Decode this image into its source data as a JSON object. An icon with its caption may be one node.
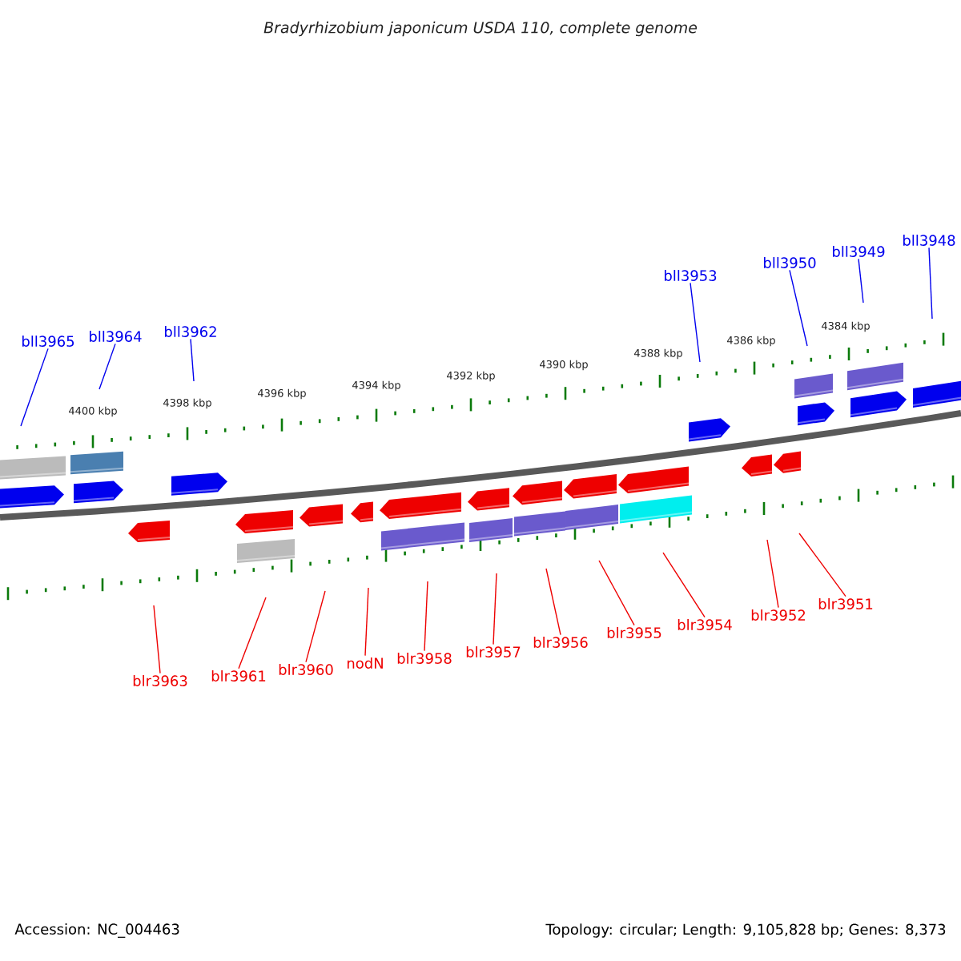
{
  "diagram": {
    "title": "Bradyrhizobium japonicum USDA 110, complete genome",
    "nodes": [
      {
        "text": [
          "bll3965"
        ]
      },
      {
        "text": [
          "bll3964"
        ]
      },
      {
        "text": [
          "bll3962"
        ]
      },
      {
        "text": [
          "bll3953"
        ]
      },
      {
        "text": [
          "bll3950"
        ]
      },
      {
        "text": [
          "bll3949"
        ]
      },
      {
        "text": [
          "bll3948"
        ]
      },
      {
        "text": [
          "blr3963"
        ]
      },
      {
        "text": [
          "blr3961"
        ]
      },
      {
        "text": [
          "blr3960"
        ]
      },
      {
        "text": [
          "nodN"
        ]
      },
      {
        "text": [
          "blr3958"
        ]
      },
      {
        "text": [
          "blr3957"
        ]
      },
      {
        "text": [
          "blr3956"
        ]
      },
      {
        "text": [
          "blr3955"
        ]
      },
      {
        "text": [
          "blr3954"
        ]
      },
      {
        "text": [
          "blr3952"
        ]
      },
      {
        "text": [
          "blr3951"
        ]
      }
    ],
    "edges": [
      {
        "from": 0,
        "to": null,
        "arrow": "none",
        "color": "#0000ee"
      },
      {
        "from": 1,
        "to": null,
        "arrow": "none",
        "color": "#0000ee"
      },
      {
        "from": 2,
        "to": null,
        "arrow": "none",
        "color": "#0000ee"
      },
      {
        "from": 3,
        "to": null,
        "arrow": "none",
        "color": "#0000ee"
      },
      {
        "from": 4,
        "to": null,
        "arrow": "none",
        "color": "#0000ee"
      },
      {
        "from": 5,
        "to": null,
        "arrow": "none",
        "color": "#0000ee"
      },
      {
        "from": 6,
        "to": null,
        "arrow": "none",
        "color": "#0000ee"
      },
      {
        "from": 7,
        "to": null,
        "arrow": "none"
      },
      {
        "from": 8,
        "to": null,
        "arrow": "none"
      },
      {
        "from": 9,
        "to": null,
        "arrow": "none"
      },
      {
        "from": 10,
        "to": null,
        "arrow": "none"
      },
      {
        "from": 11,
        "to": null,
        "arrow": "none"
      },
      {
        "from": 12,
        "to": null,
        "arrow": "none"
      },
      {
        "from": 13,
        "to": null,
        "arrow": "none"
      },
      {
        "from": 14,
        "to": null,
        "arrow": "none"
      },
      {
        "from": 15,
        "to": null,
        "arrow": "none"
      },
      {
        "from": 16,
        "to": null,
        "arrow": "none"
      },
      {
        "from": 17,
        "to": null,
        "arrow": "none"
      }
    ],
    "labels": [
      "4400 kbp",
      "4398 kbp",
      "4396 kbp",
      "4394 kbp",
      "4392 kbp",
      "4390 kbp",
      "4388 kbp",
      "4386 kbp",
      "4384 kbp",
      "Accession: NC_004463",
      "Topology: circular; Length: 9,105,828 bp; Genes: 8,373"
    ]
  }
}
